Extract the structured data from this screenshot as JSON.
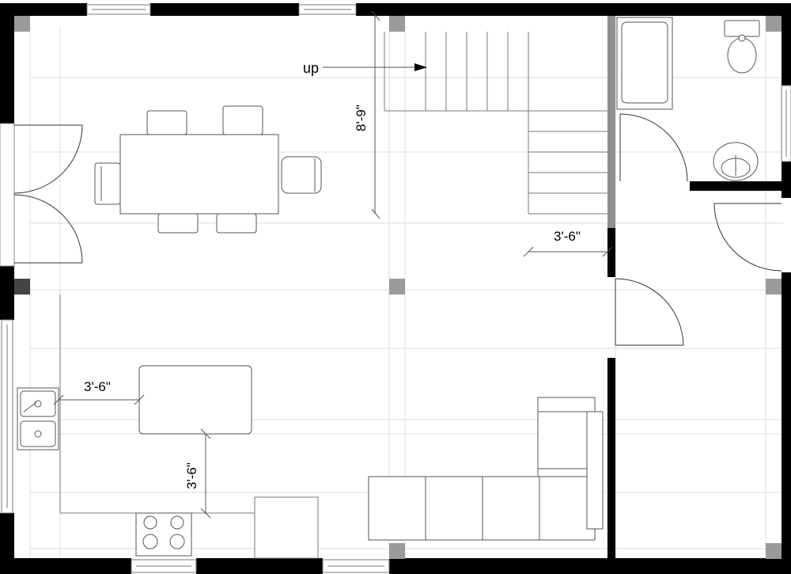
{
  "labels": {
    "stair_up": "up",
    "dim_stair_width": "8'-9\"",
    "dim_hall_clearance": "3'-6\"",
    "dim_sink_island": "3'-6\"",
    "dim_island_range": "3'-6\""
  },
  "colors": {
    "wall": "#000000",
    "column": "#999999",
    "line": "#555555",
    "grid": "#e2e2e2",
    "door_swing": "#333333"
  }
}
